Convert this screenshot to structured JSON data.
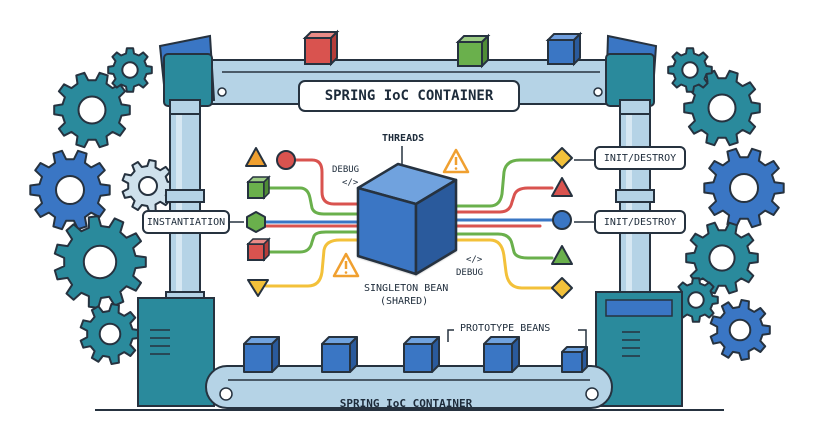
{
  "title_top": "SPRING IoC CONTAINER",
  "title_bottom": "SPRING IoC CONTAINER",
  "labels": {
    "threads": "THREADS",
    "debug_left": "DEBUG",
    "debug_right": "DEBUG",
    "code_tag": "</>",
    "singleton_line1": "SINGLETON BEAN",
    "singleton_line2": "(SHARED)",
    "prototype": "PROTOTYPE BEANS",
    "instantiation": "INSTANTIATION",
    "init_destroy_1": "INIT/DESTROY",
    "init_destroy_2": "INIT/DESTROY"
  },
  "icons": {
    "gear": "gear-icon",
    "warning": "warning-icon",
    "cube": "cube-icon",
    "triangle": "triangle-icon",
    "circle": "circle-icon",
    "hexagon": "hexagon-icon",
    "diamond": "diamond-icon"
  },
  "colors": {
    "teal": "#2a8a9c",
    "blue": "#3a76c4",
    "frame": "#b5d3e6",
    "red": "#d9534f",
    "green": "#6ab04c",
    "orange": "#f0a030",
    "yellow": "#f3c13a"
  }
}
